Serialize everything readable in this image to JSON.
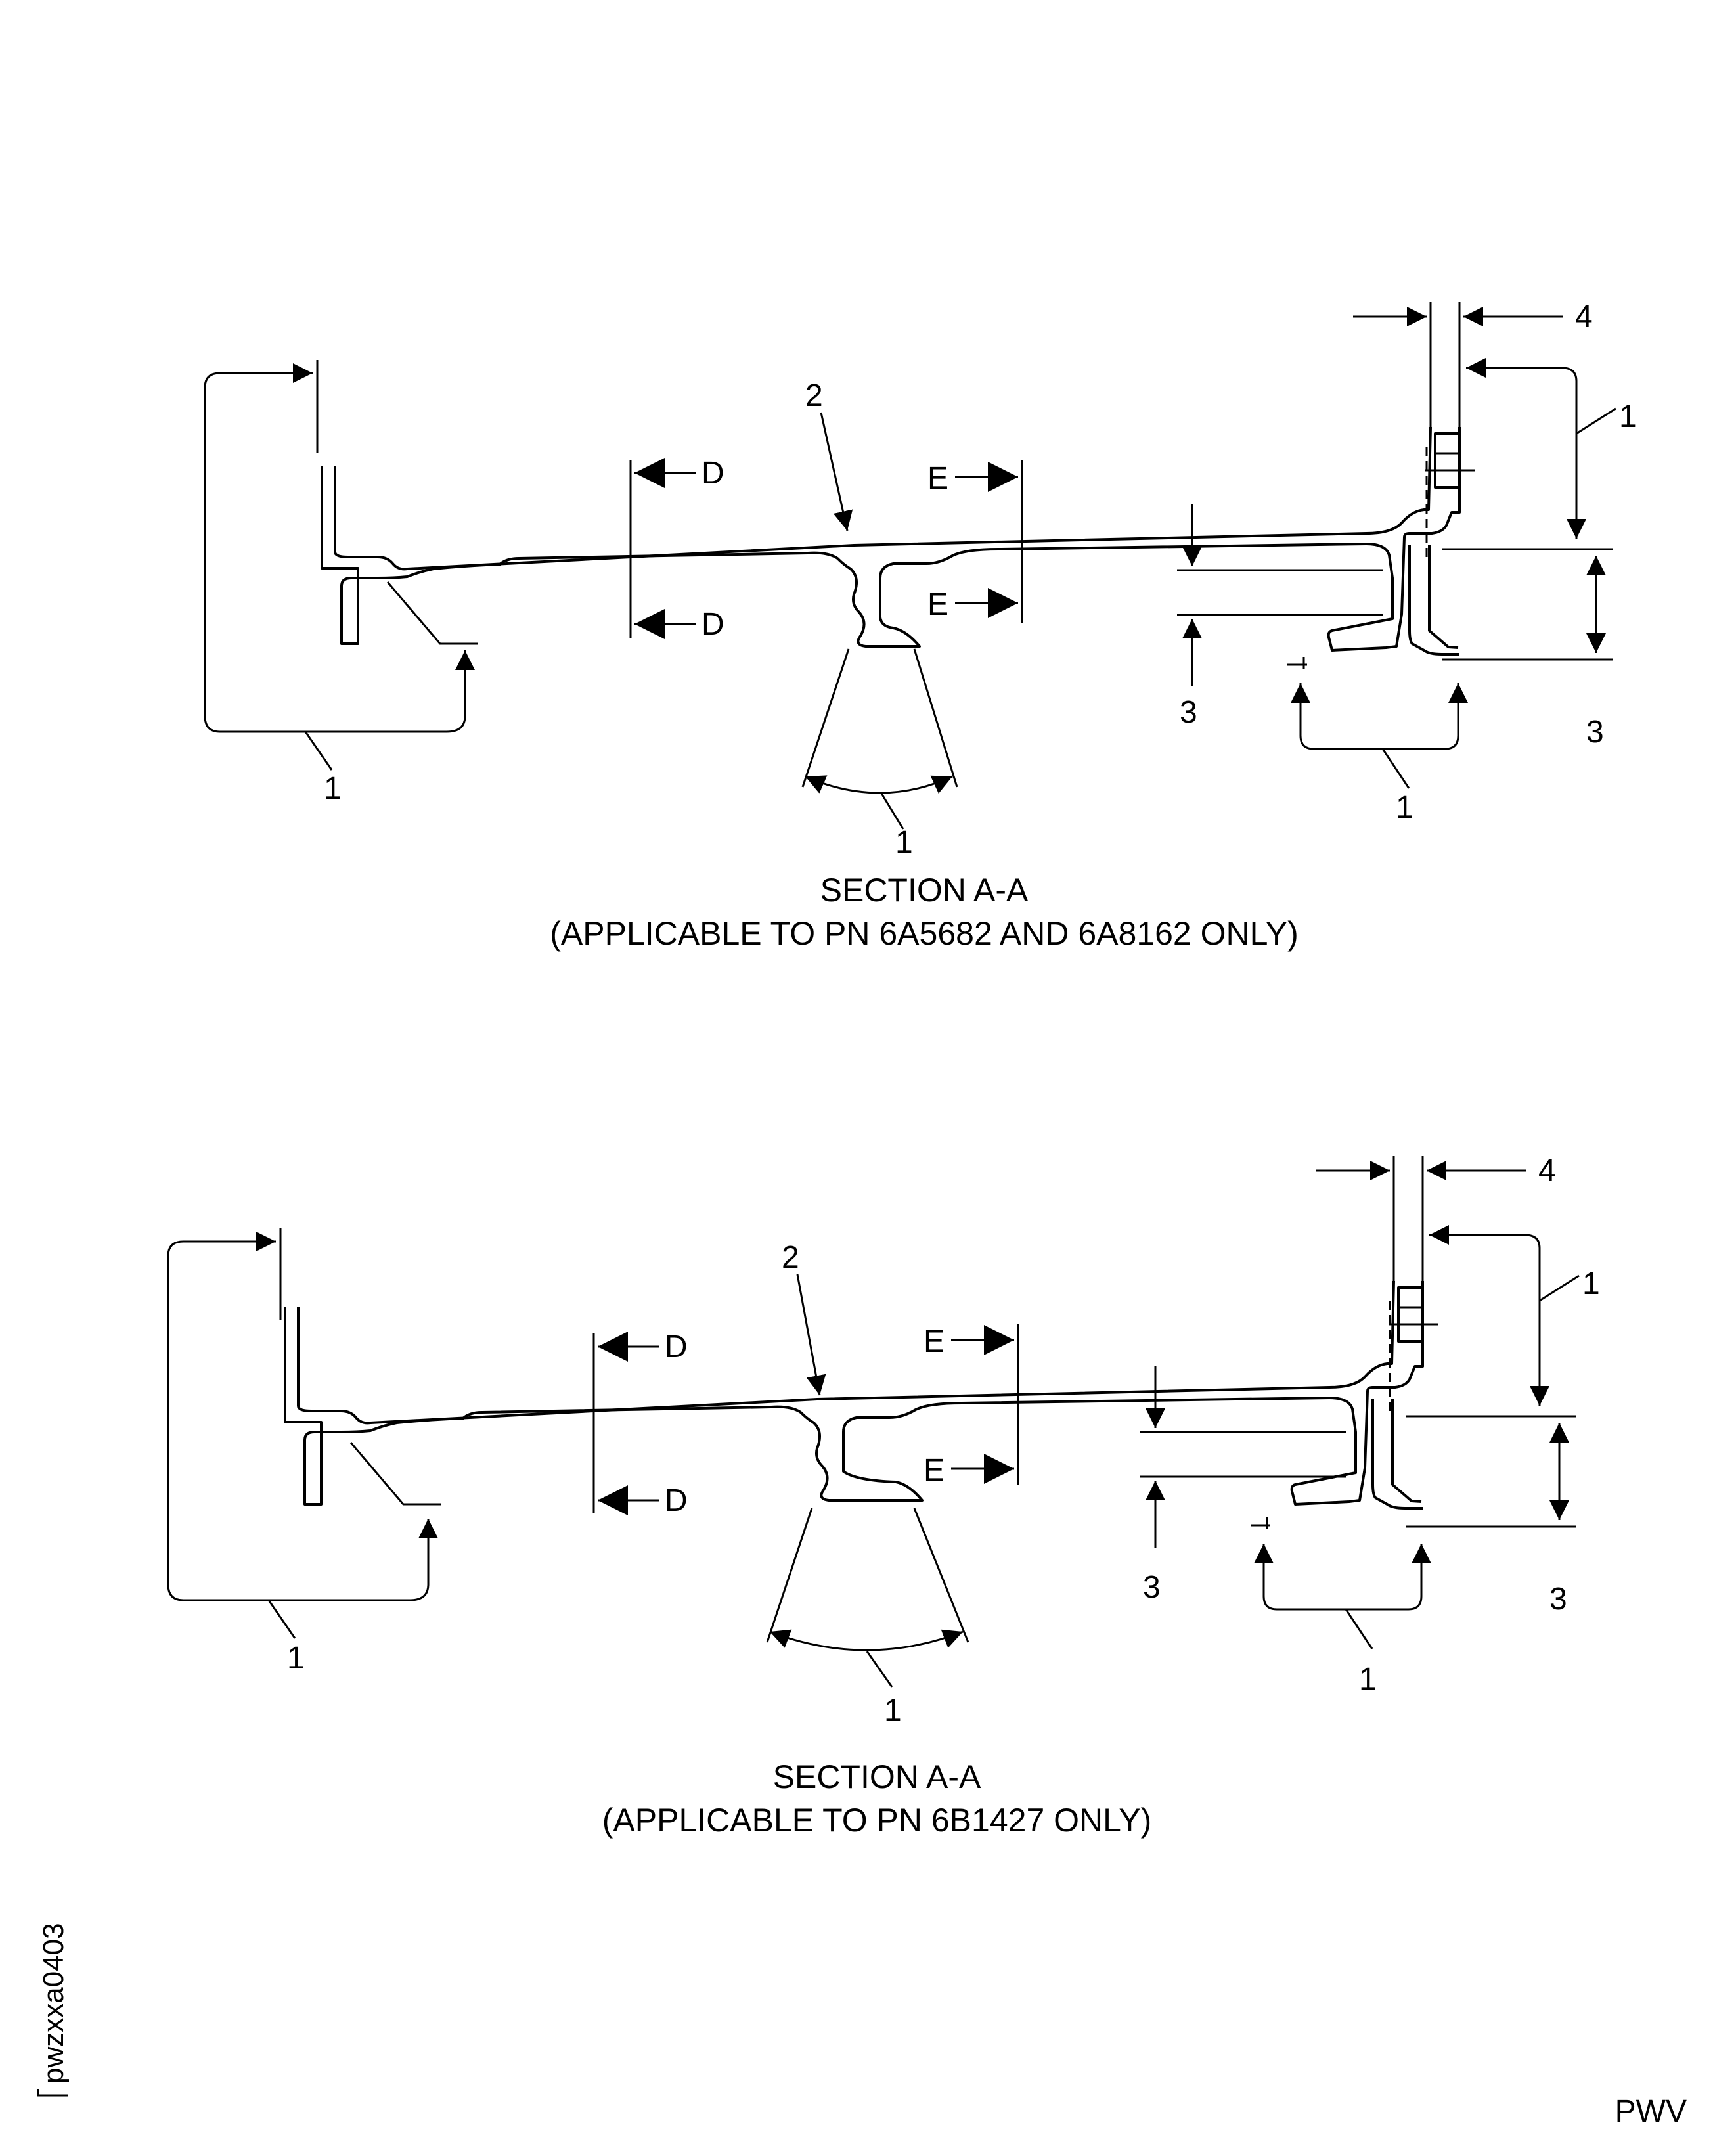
{
  "figures": [
    {
      "caption_title": "SECTION A-A",
      "caption_note": "(APPLICABLE TO PN 6A5682 AND 6A8162 ONLY)",
      "callouts": {
        "part": "2",
        "left_dim": "1",
        "angle": "1",
        "hook_dim": "1",
        "flange_dim": "1",
        "slot": "3",
        "step": "3",
        "width": "4",
        "view_d_top": "D",
        "view_d_bottom": "D",
        "view_e_top": "E",
        "view_e_bottom": "E"
      }
    },
    {
      "caption_title": "SECTION A-A",
      "caption_note": "(APPLICABLE TO PN 6B1427 ONLY)",
      "callouts": {
        "part": "2",
        "left_dim": "1",
        "angle": "1",
        "hook_dim": "1",
        "flange_dim": "1",
        "slot": "3",
        "step": "3",
        "width": "4",
        "view_d_top": "D",
        "view_d_bottom": "D",
        "view_e_top": "E",
        "view_e_bottom": "E"
      }
    }
  ],
  "figure_id": "pwzxxa0403",
  "footer_code": "PWV"
}
